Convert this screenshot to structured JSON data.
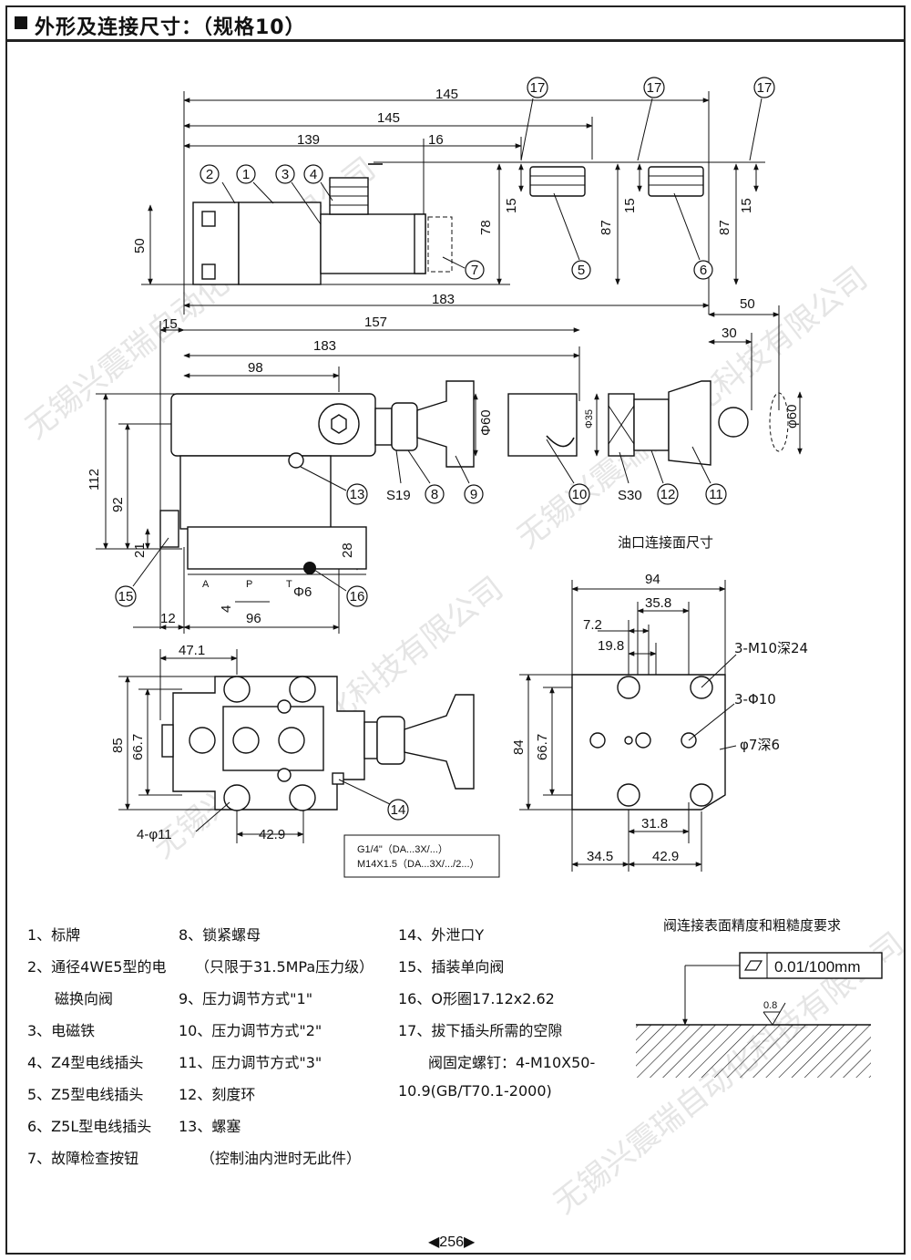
{
  "header": {
    "title": "外形及连接尺寸：（规格10）"
  },
  "top_view": {
    "dims": [
      "145",
      "145",
      "139",
      "16",
      "78",
      "50",
      "15",
      "87",
      "15",
      "87",
      "15",
      "183"
    ],
    "balloons": [
      "1",
      "2",
      "3",
      "4",
      "5",
      "6",
      "7",
      "17",
      "17",
      "17"
    ]
  },
  "front_view": {
    "dims": [
      "15",
      "157",
      "183",
      "98",
      "50",
      "30",
      "112",
      "92",
      "21",
      "28",
      "4",
      "12",
      "96"
    ],
    "symbols": [
      "Φ60",
      "Φ35",
      "φ60",
      "S19",
      "S30",
      "Φ6"
    ],
    "ports": [
      "A",
      "P",
      "T"
    ],
    "balloons": [
      "8",
      "9",
      "10",
      "11",
      "12",
      "13",
      "15",
      "16"
    ]
  },
  "bottom_view": {
    "dims": [
      "47.1",
      "85",
      "66.7",
      "42.9",
      "4-φ11"
    ],
    "balloon": "14",
    "box_lines": [
      "G1/4\"（DA...3X/...）",
      "M14X1.5（DA...3X/.../2...）"
    ]
  },
  "port_face": {
    "title": "油口连接面尺寸",
    "dims": [
      "94",
      "35.8",
      "7.2",
      "19.8",
      "84",
      "66.7",
      "31.8",
      "34.5",
      "42.9"
    ],
    "callouts": [
      "3-M10深24",
      "3-Φ10",
      "φ7深6"
    ]
  },
  "legend": {
    "col1": [
      "1、标牌",
      "2、通径4WE5型的电",
      "磁换向阀",
      "3、电磁铁",
      "4、Z4型电线插头",
      "5、Z5型电线插头",
      "6、Z5L型电线插头",
      "7、故障检查按钮"
    ],
    "col2": [
      "8、锁紧螺母",
      "（只限于31.5MPa压力级）",
      "9、压力调节方式\"1\"",
      "10、压力调节方式\"2\"",
      "11、压力调节方式\"3\"",
      "12、刻度环",
      "13、螺塞",
      "（控制油内泄时无此件）"
    ],
    "col3": [
      "14、外泄口Y",
      "15、插装单向阀",
      "16、O形圈17.12x2.62",
      "17、拔下插头所需的空隙",
      "阀固定螺钉：4-M10X50-",
      "10.9(GB/T70.1-2000)"
    ]
  },
  "surface": {
    "title": "阀连接表面精度和粗糙度要求",
    "flatness": "0.01/100mm",
    "roughness": "0.8"
  },
  "footer": {
    "page": "◀256▶"
  },
  "watermark": {
    "text": "无锡兴震瑞自动化科技有限公司"
  }
}
